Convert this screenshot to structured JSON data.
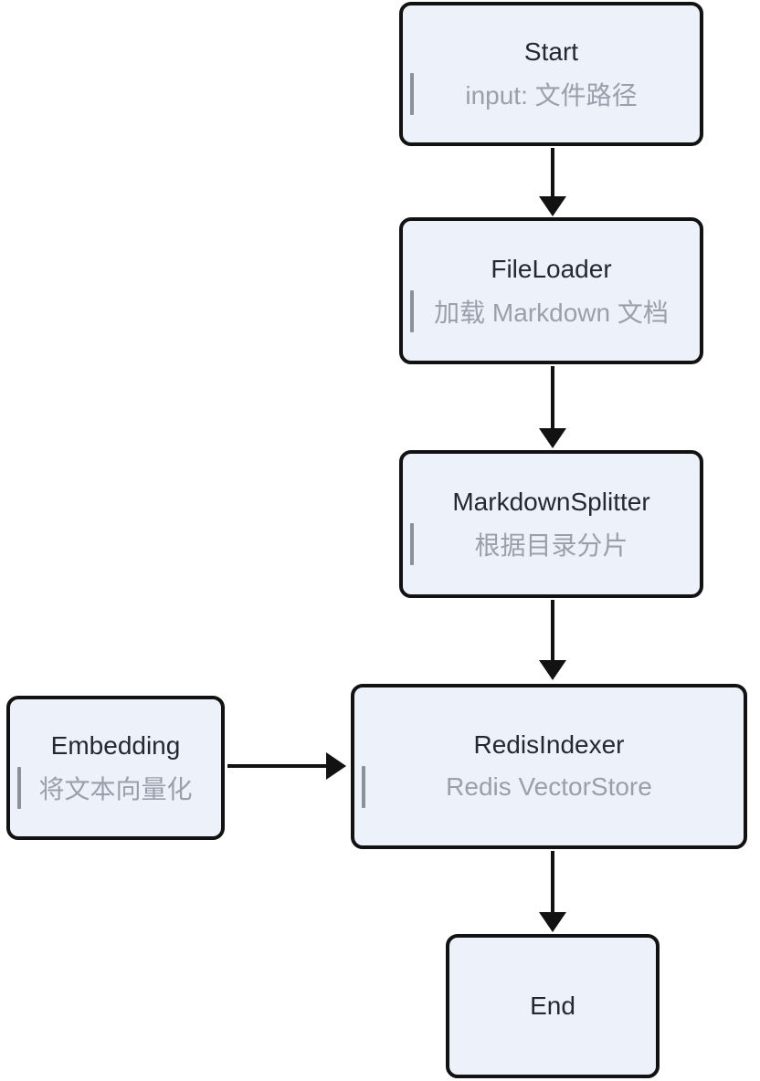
{
  "diagram": {
    "type": "flowchart",
    "direction": "top-down",
    "colors": {
      "background": "#ffffff",
      "node_fill": "#edf1f9",
      "node_border": "#121212",
      "title": "#232932",
      "subtitle": "#9aa0ab",
      "quote_bar": "#8b919b",
      "arrow": "#121212"
    },
    "nodes": [
      {
        "id": "start",
        "title": "Start",
        "subtitle": "input: 文件路径"
      },
      {
        "id": "fileloader",
        "title": "FileLoader",
        "subtitle": "加载 Markdown 文档"
      },
      {
        "id": "markdownsplitter",
        "title": "MarkdownSplitter",
        "subtitle": "根据目录分片"
      },
      {
        "id": "embedding",
        "title": "Embedding",
        "subtitle": "将文本向量化"
      },
      {
        "id": "redisindexer",
        "title": "RedisIndexer",
        "subtitle": "Redis VectorStore"
      },
      {
        "id": "end",
        "title": "End"
      }
    ],
    "edges": [
      {
        "from": "Start",
        "to": "FileLoader"
      },
      {
        "from": "FileLoader",
        "to": "MarkdownSplitter"
      },
      {
        "from": "MarkdownSplitter",
        "to": "RedisIndexer"
      },
      {
        "from": "Embedding",
        "to": "RedisIndexer"
      },
      {
        "from": "RedisIndexer",
        "to": "End"
      }
    ]
  }
}
